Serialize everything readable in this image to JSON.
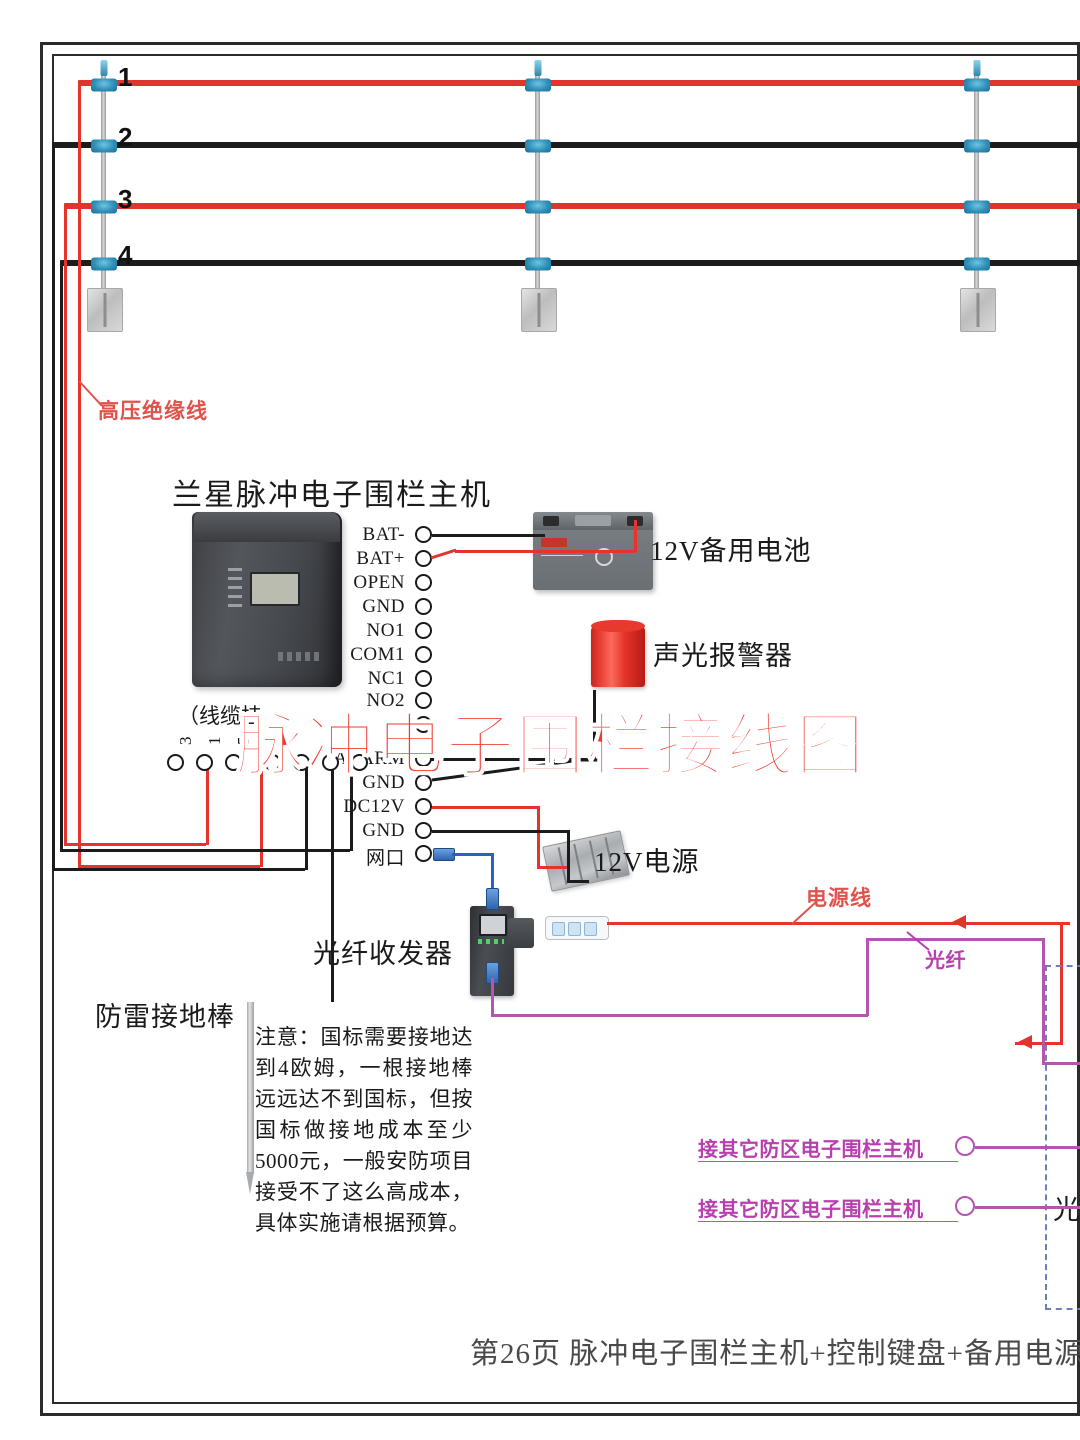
{
  "page": {
    "caption": "第26页  脉冲电子围栏主机+控制键盘+备用电源",
    "watermark_title": "脉冲电子围栏接线图",
    "background": "#ffffff",
    "border_color": "#2b2b2b"
  },
  "colors": {
    "high_voltage_wire": "#e0352e",
    "ground_wire": "#1d1d1d",
    "fiber_line": "#b455b0",
    "network_cable": "#2f5fc4",
    "annotation_red": "#e0534c",
    "annotation_purple": "#b83fae",
    "alarm_red": "#e8392f",
    "insulator_blue": "#2f8fb8"
  },
  "fence": {
    "rail_numbers": [
      "1",
      "2",
      "3",
      "4"
    ],
    "rail_colors": [
      "red",
      "black",
      "red",
      "black"
    ],
    "post_count": 3,
    "wire_label": "高压绝缘线"
  },
  "controller": {
    "title": "兰星脉冲电子围栏主机",
    "cable_note": "（线缆挂",
    "terminals": [
      "BAT-",
      "BAT+",
      "OPEN",
      "GND",
      "NO1",
      "COM1",
      "NC1",
      "NO2",
      "",
      "ALARM",
      "GND",
      "DC12V",
      "GND",
      "网口"
    ],
    "bottom_terminal_numbers": [
      "3",
      "1",
      "5"
    ],
    "bottom_terminal_count": 7
  },
  "devices": [
    {
      "name": "battery",
      "label": "12V备用电池",
      "icon": "battery-icon"
    },
    {
      "name": "siren",
      "label": "声光报警器",
      "icon": "siren-icon"
    },
    {
      "name": "psu",
      "label": "12V电源",
      "icon": "power-supply-icon"
    },
    {
      "name": "converter",
      "label": "光纤收发器",
      "icon": "media-converter-icon"
    },
    {
      "name": "ground",
      "label": "防雷接地棒",
      "icon": "ground-rod-icon"
    }
  ],
  "labels": {
    "power_line": "电源线",
    "fiber": "光纤",
    "other_zone_1": "接其它防区电子围栏主机",
    "other_zone_2": "接其它防区电子围栏主机",
    "fiber_box_partial": "光"
  },
  "note": {
    "text": "注意：国标需要接地达到4欧姆，一根接地棒远远达不到国标，但按国标做接地成本至少5000元，一般安防项目接受不了这么高成本，具体实施请根据预算。"
  }
}
